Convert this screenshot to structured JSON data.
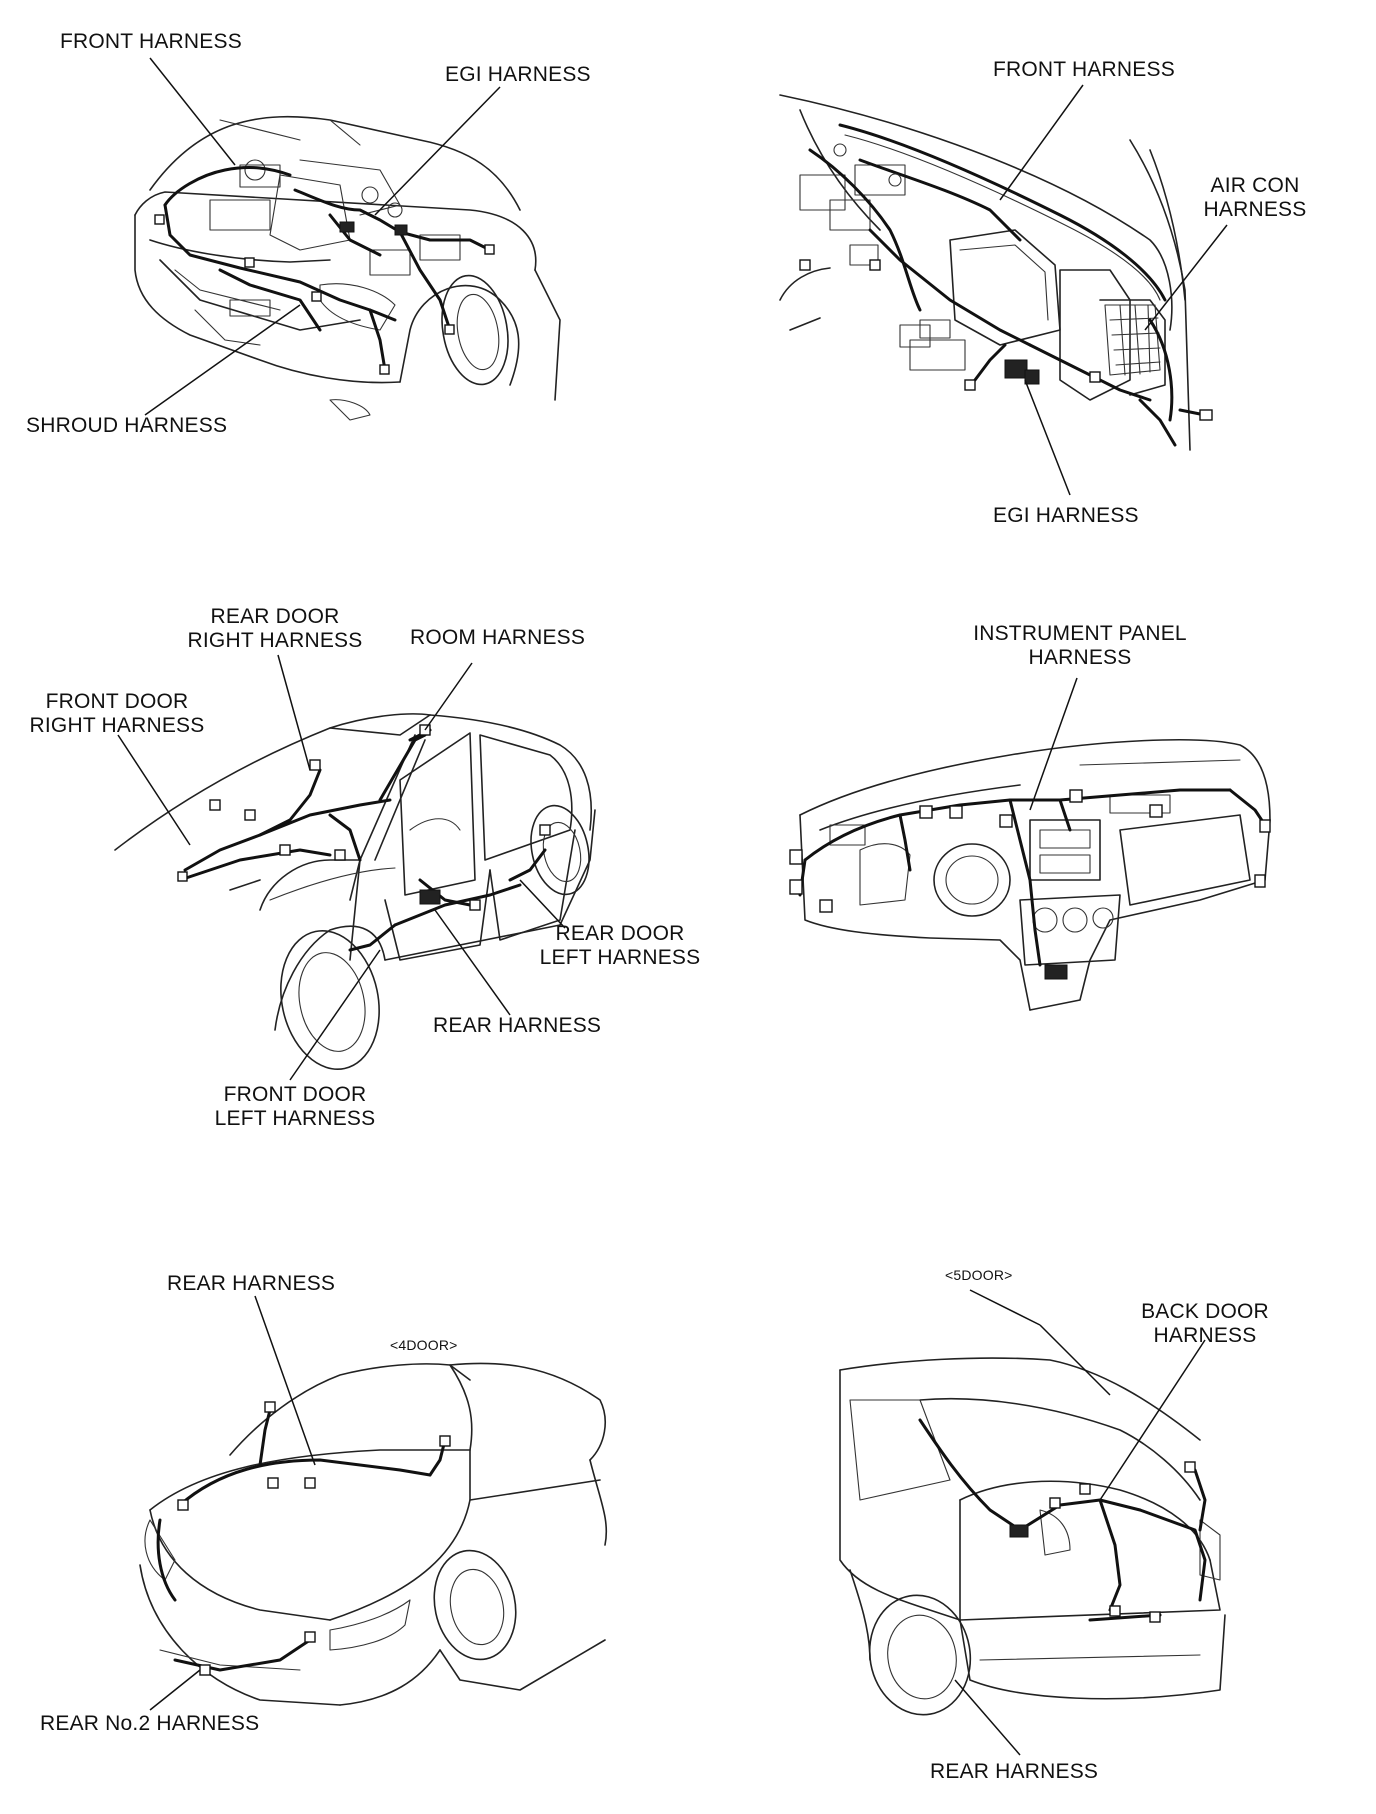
{
  "panels": {
    "engine_bay": {
      "front_harness": "FRONT HARNESS",
      "egi_harness": "EGI HARNESS",
      "shroud_harness": "SHROUD HARNESS"
    },
    "interior_front": {
      "front_harness": "FRONT HARNESS",
      "air_con_harness_line1": "AIR CON",
      "air_con_harness_line2": "HARNESS",
      "egi_harness": "EGI HARNESS"
    },
    "body_side": {
      "rear_door_right_line1": "REAR DOOR",
      "rear_door_right_line2": "RIGHT HARNESS",
      "room_harness": "ROOM HARNESS",
      "front_door_right_line1": "FRONT DOOR",
      "front_door_right_line2": "RIGHT HARNESS",
      "rear_door_left_line1": "REAR DOOR",
      "rear_door_left_line2": "LEFT HARNESS",
      "rear_harness": "REAR HARNESS",
      "front_door_left_line1": "FRONT DOOR",
      "front_door_left_line2": "LEFT HARNESS"
    },
    "instrument_panel": {
      "line1": "INSTRUMENT PANEL",
      "line2": "HARNESS"
    },
    "rear_4door": {
      "rear_harness": "REAR HARNESS",
      "variant": "<4DOOR>",
      "rear_no2_harness": "REAR No.2 HARNESS"
    },
    "rear_5door": {
      "variant": "<5DOOR>",
      "back_door_line1": "BACK DOOR",
      "back_door_line2": "HARNESS",
      "rear_harness": "REAR HARNESS"
    }
  }
}
